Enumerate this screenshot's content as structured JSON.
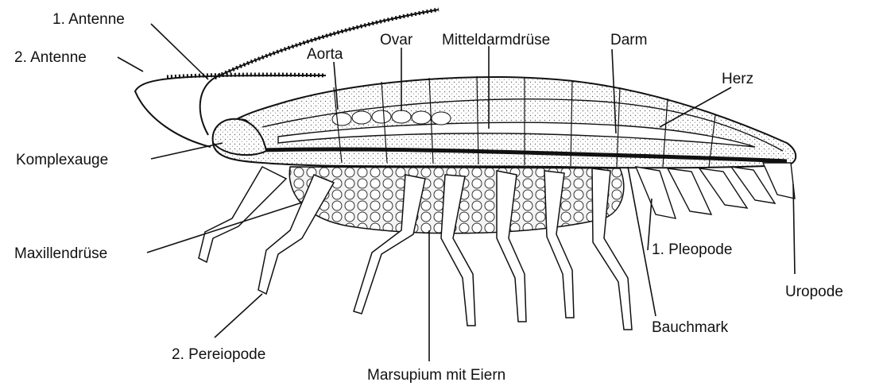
{
  "labels": {
    "antenne_1": "1. Antenne",
    "antenne_2": "2. Antenne",
    "aorta": "Aorta",
    "ovar": "Ovar",
    "mitteldarmdruese": "Mitteldarmdrüse",
    "darm": "Darm",
    "herz": "Herz",
    "komplexauge": "Komplexauge",
    "maxillendruese": "Maxillendrüse",
    "pleopode_1": "1. Pleopode",
    "uropode": "Uropode",
    "bauchmark": "Bauchmark",
    "pereiopode_2": "2. Pereiopode",
    "marsupium": "Marsupium mit Eiern"
  },
  "colors": {
    "ink": "#111111",
    "paper": "#ffffff",
    "stipple": "#d8d8d8"
  }
}
